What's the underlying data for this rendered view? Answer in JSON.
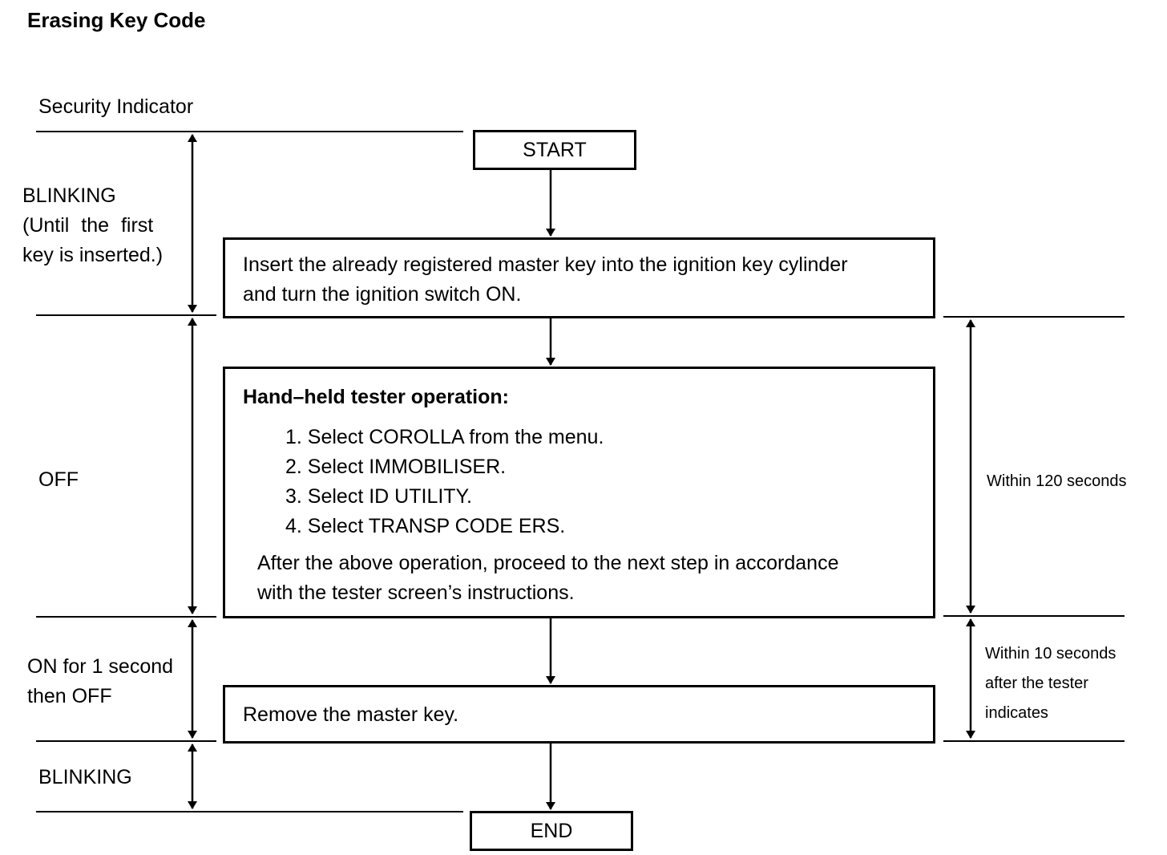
{
  "title": "Erasing Key Code",
  "indicator_header": "Security Indicator",
  "indicator_states": {
    "blinking_first": [
      "BLINKING",
      "(Until the first",
      "key is inserted.)"
    ],
    "off": "OFF",
    "on_then_off": [
      "ON for 1 second",
      "then OFF"
    ],
    "blinking_last": "BLINKING"
  },
  "flow": {
    "start": "START",
    "step1": [
      "Insert the already registered master key into the ignition key cylinder",
      "and turn the ignition switch ON."
    ],
    "step2": {
      "heading": "Hand–held tester operation:",
      "items": [
        "1. Select COROLLA from the menu.",
        "2. Select IMMOBILISER.",
        "3. Select ID UTILITY.",
        "4. Select TRANSP CODE ERS."
      ],
      "note": [
        "After the above operation, proceed to the next step in accordance",
        "with the tester screen’s instructions."
      ]
    },
    "step3": "Remove the master key.",
    "end": "END"
  },
  "timing": {
    "within_120": "Within 120 seconds",
    "within_10": [
      "Within 10 seconds",
      "after the tester",
      "indicates"
    ]
  }
}
